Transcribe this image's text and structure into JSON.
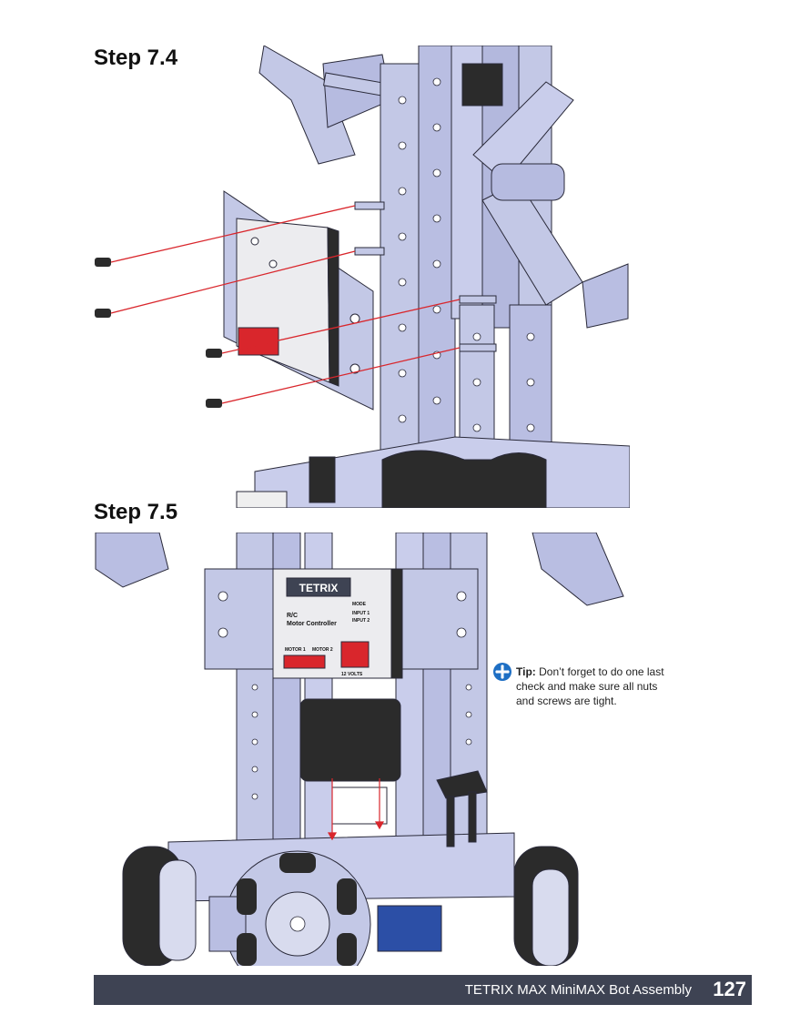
{
  "steps": [
    {
      "title": "Step 7.4"
    },
    {
      "title": "Step 7.5"
    }
  ],
  "controller": {
    "brand": "TETRIX",
    "name_line1": "R/C",
    "name_line2": "Motor Controller",
    "mode_label": "MODE",
    "input1_label": "INPUT 1",
    "input2_label": "INPUT 2",
    "motor1_label": "MOTOR 1",
    "motor2_label": "MOTOR 2",
    "volts_label": "12 VOLTS"
  },
  "tip": {
    "label": "Tip:",
    "text": "Don’t forget to do one last check and make sure all nuts and screws are tight.",
    "icon": "plus-circle-icon",
    "icon_color": "#1e6fc4"
  },
  "footer": {
    "title": "TETRIX MAX MiniMAX Bot Assembly",
    "page_number": "127"
  },
  "colors": {
    "metal": "#c3c8e6",
    "metal_dark": "#9aa0c8",
    "line": "#2a2a3a",
    "guide_red": "#d9262c",
    "rubber": "#2b2b2b",
    "footer_bg": "#3e4353"
  }
}
